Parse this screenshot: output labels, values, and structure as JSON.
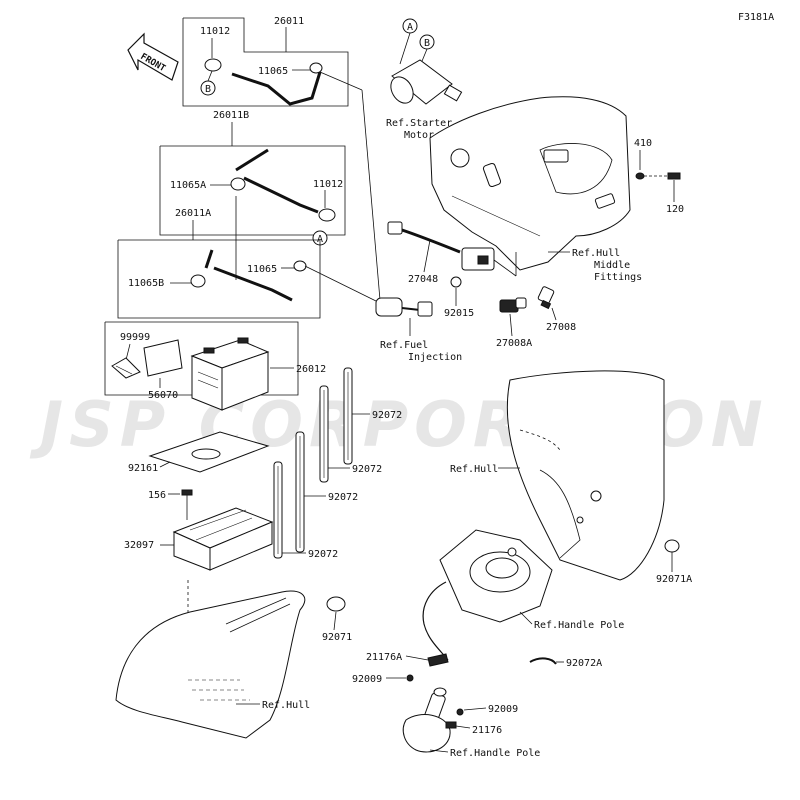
{
  "figure_code": "F3181A",
  "watermark": "JSP CORPORATION",
  "front_label": "FRONT",
  "callouts": {
    "a": "A",
    "b": "B"
  },
  "labels": {
    "p26011": "26011",
    "p11012_top": "11012",
    "p11065_top": "11065",
    "p26011B": "26011B",
    "p11065A": "11065A",
    "p11012_mid": "11012",
    "p26011A": "26011A",
    "p11065_low": "11065",
    "p11065B": "11065B",
    "p99999": "99999",
    "p56070": "56070",
    "p26012": "26012",
    "p92072_a": "92072",
    "p92072_b": "92072",
    "p92072_c": "92072",
    "p92072_d": "92072",
    "p92161": "92161",
    "p156": "156",
    "p32097": "32097",
    "p92071": "92071",
    "ref_hull_bottom": "Ref.Hull",
    "ref_starter_1": "Ref.Starter",
    "ref_starter_2": "Motor",
    "p410": "410",
    "p120": "120",
    "ref_hull_mid_1": "Ref.Hull",
    "ref_hull_mid_2": "Middle",
    "ref_hull_mid_3": "Fittings",
    "p27048": "27048",
    "p92015": "92015",
    "p27008": "27008",
    "p27008A": "27008A",
    "ref_fuel_1": "Ref.Fuel",
    "ref_fuel_2": "Injection",
    "ref_hull_right": "Ref.Hull",
    "p92071A": "92071A",
    "ref_handle_pole_1": "Ref.Handle Pole",
    "p21176A": "21176A",
    "p92072A": "92072A",
    "p92009_a": "92009",
    "p92009_b": "92009",
    "p21176": "21176",
    "ref_handle_pole_2": "Ref.Handle Pole"
  }
}
